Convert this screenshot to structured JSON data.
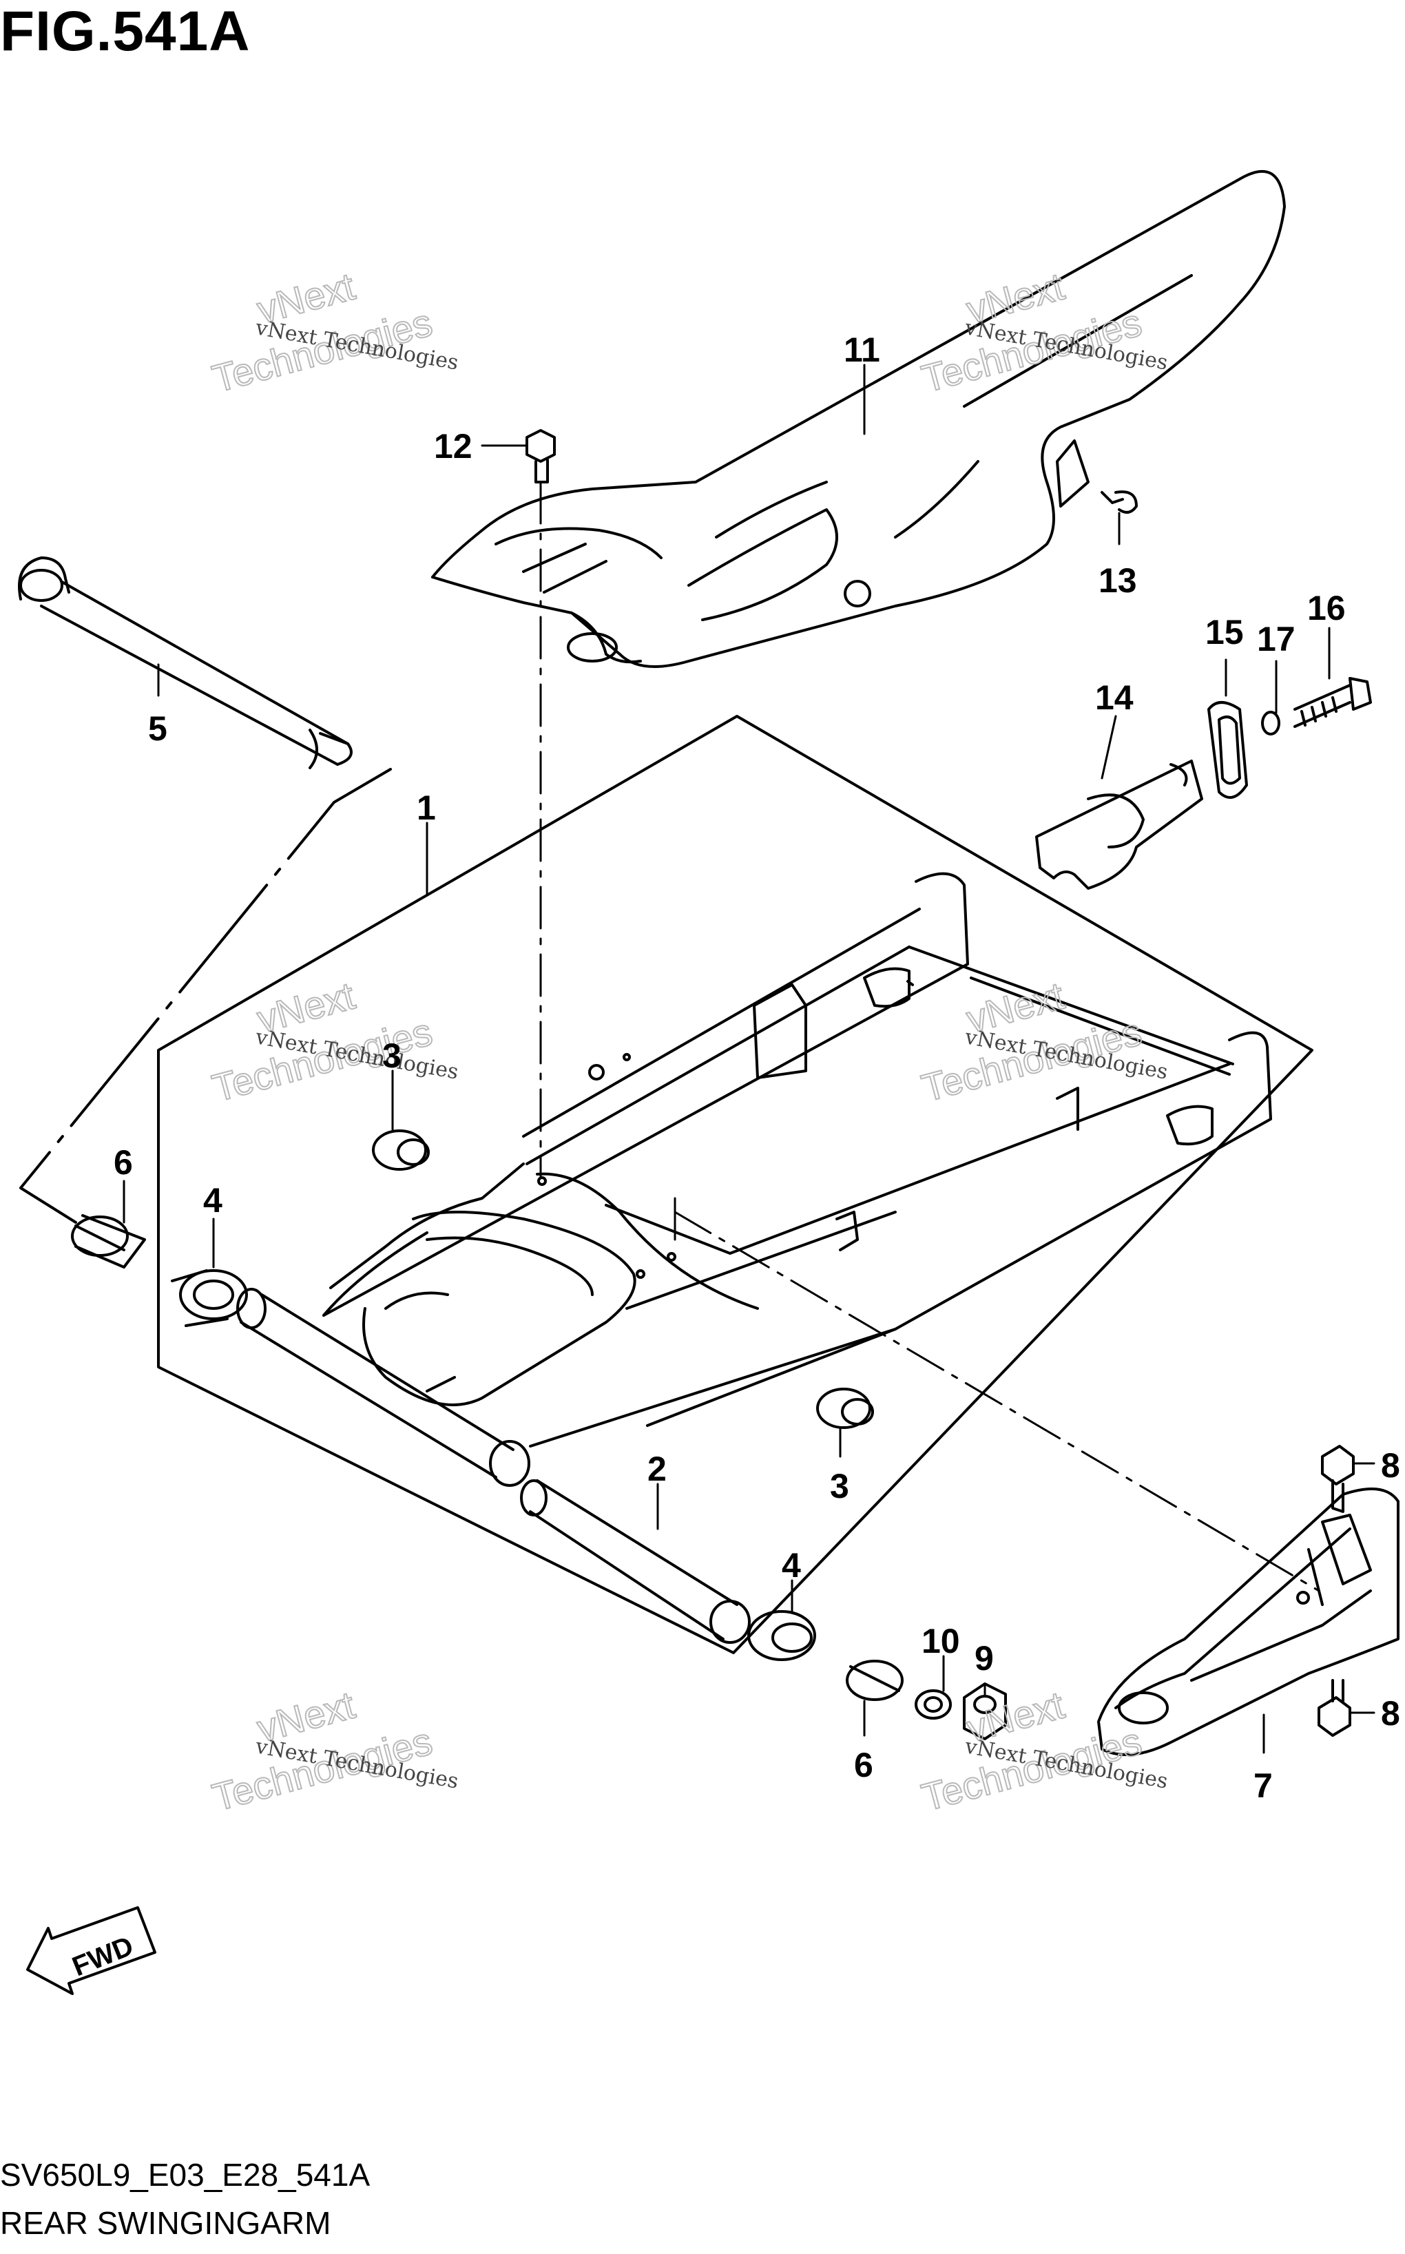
{
  "header": {
    "figure_title": "FIG.541A"
  },
  "footer": {
    "diagram_code": "SV650L9_E03_E28_541A",
    "diagram_name": "REAR SWINGINGARM"
  },
  "direction_label": "FWD",
  "watermark": {
    "line1": "vNext",
    "line2": "Technologies",
    "small": "vNext Technologies"
  },
  "callouts": [
    "1",
    "2",
    "3",
    "3",
    "4",
    "4",
    "5",
    "6",
    "6",
    "7",
    "8",
    "8",
    "9",
    "10",
    "11",
    "12",
    "13",
    "14",
    "15",
    "16",
    "17"
  ]
}
